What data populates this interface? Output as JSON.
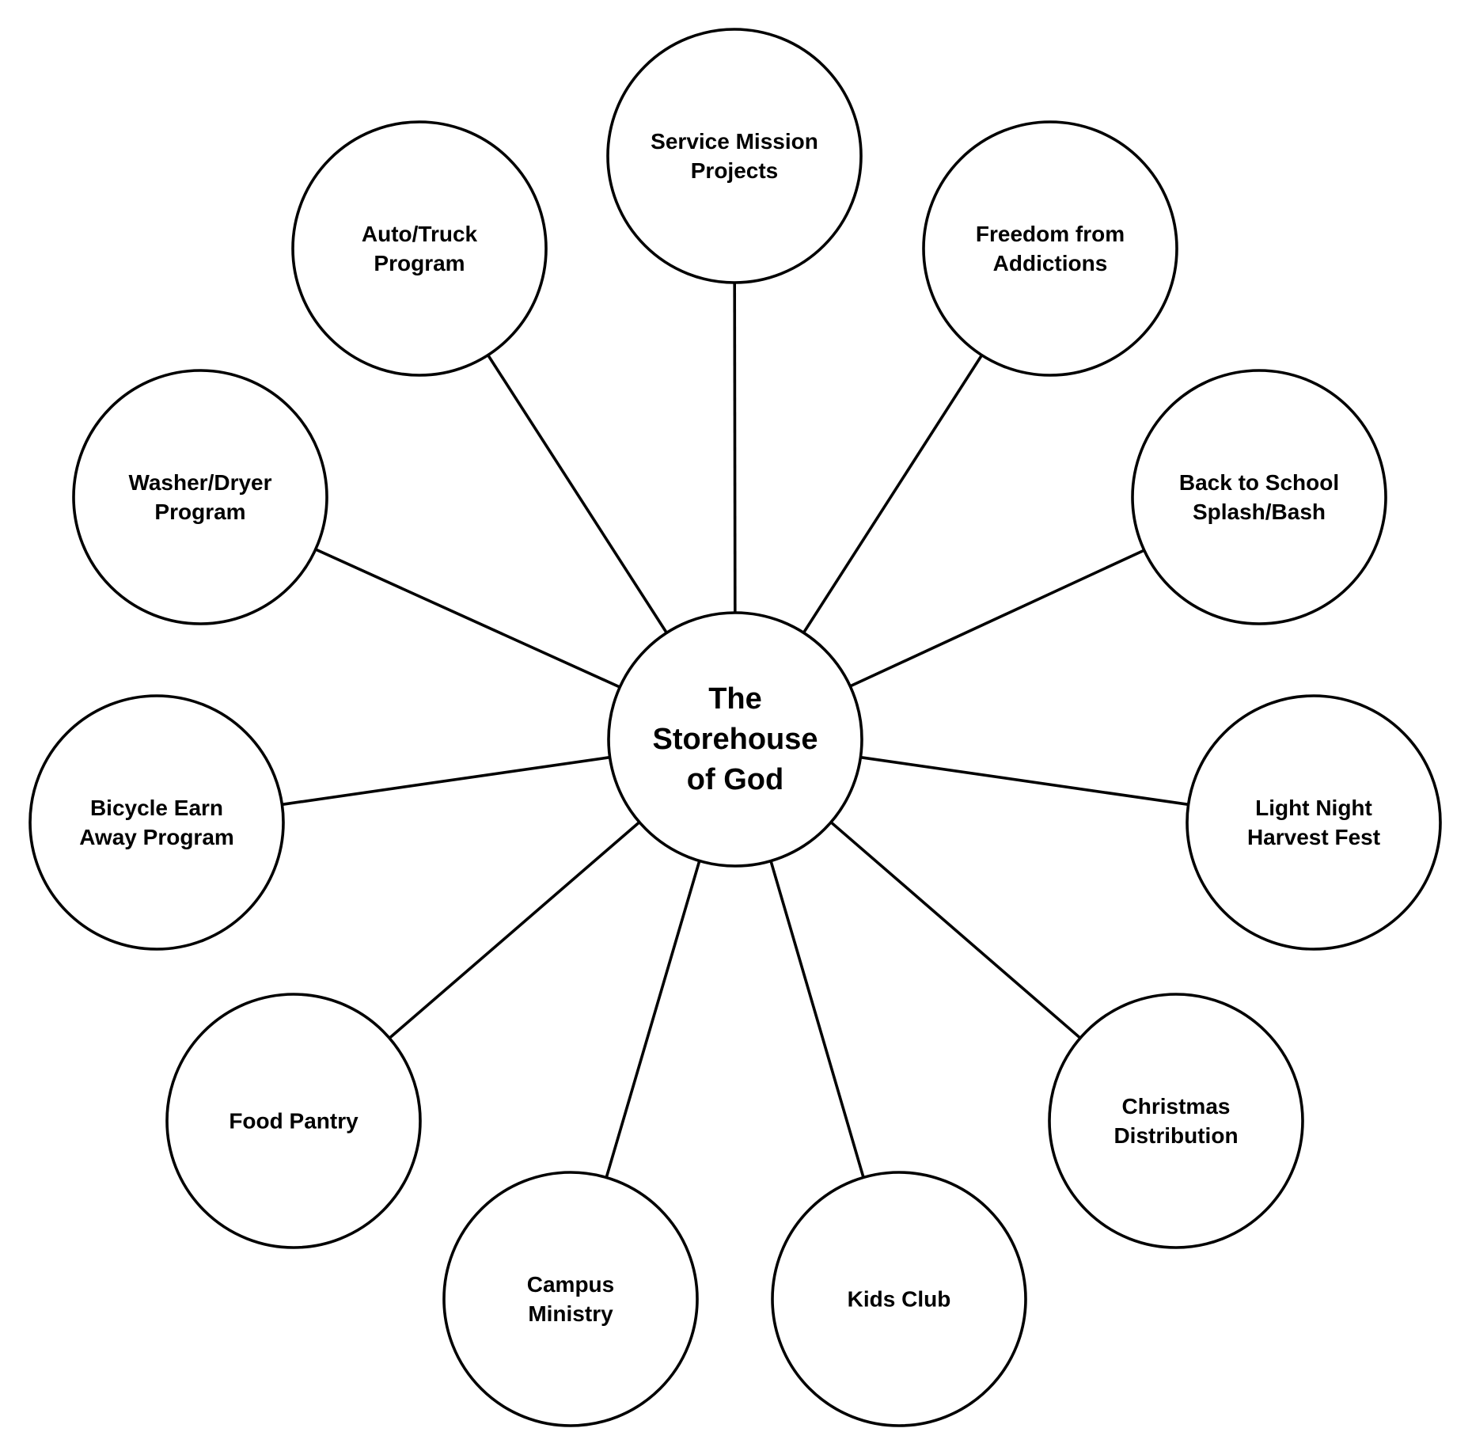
{
  "center": {
    "label_lines": [
      "The",
      "Storehouse",
      "of God"
    ]
  },
  "ministries": [
    {
      "id": "service-mission-projects",
      "label_lines": [
        "Service Mission",
        "Projects"
      ]
    },
    {
      "id": "freedom-from-addictions",
      "label_lines": [
        "Freedom from",
        "Addictions"
      ]
    },
    {
      "id": "back-to-school",
      "label_lines": [
        "Back to School",
        "Splash/Bash"
      ]
    },
    {
      "id": "light-night",
      "label_lines": [
        "Light Night",
        "Harvest Fest"
      ]
    },
    {
      "id": "christmas-distribution",
      "label_lines": [
        "Christmas",
        "Distribution"
      ]
    },
    {
      "id": "kids-club",
      "label_lines": [
        "Kids Club"
      ]
    },
    {
      "id": "campus-ministry",
      "label_lines": [
        "Campus",
        "Ministry"
      ]
    },
    {
      "id": "food-pantry",
      "label_lines": [
        "Food Pantry"
      ]
    },
    {
      "id": "bicycle-earn-away",
      "label_lines": [
        "Bicycle Earn",
        "Away Program"
      ]
    },
    {
      "id": "washer-dryer",
      "label_lines": [
        "Washer/Dryer",
        "Program"
      ]
    },
    {
      "id": "auto-truck",
      "label_lines": [
        "Auto/Truck",
        "Program"
      ]
    }
  ]
}
